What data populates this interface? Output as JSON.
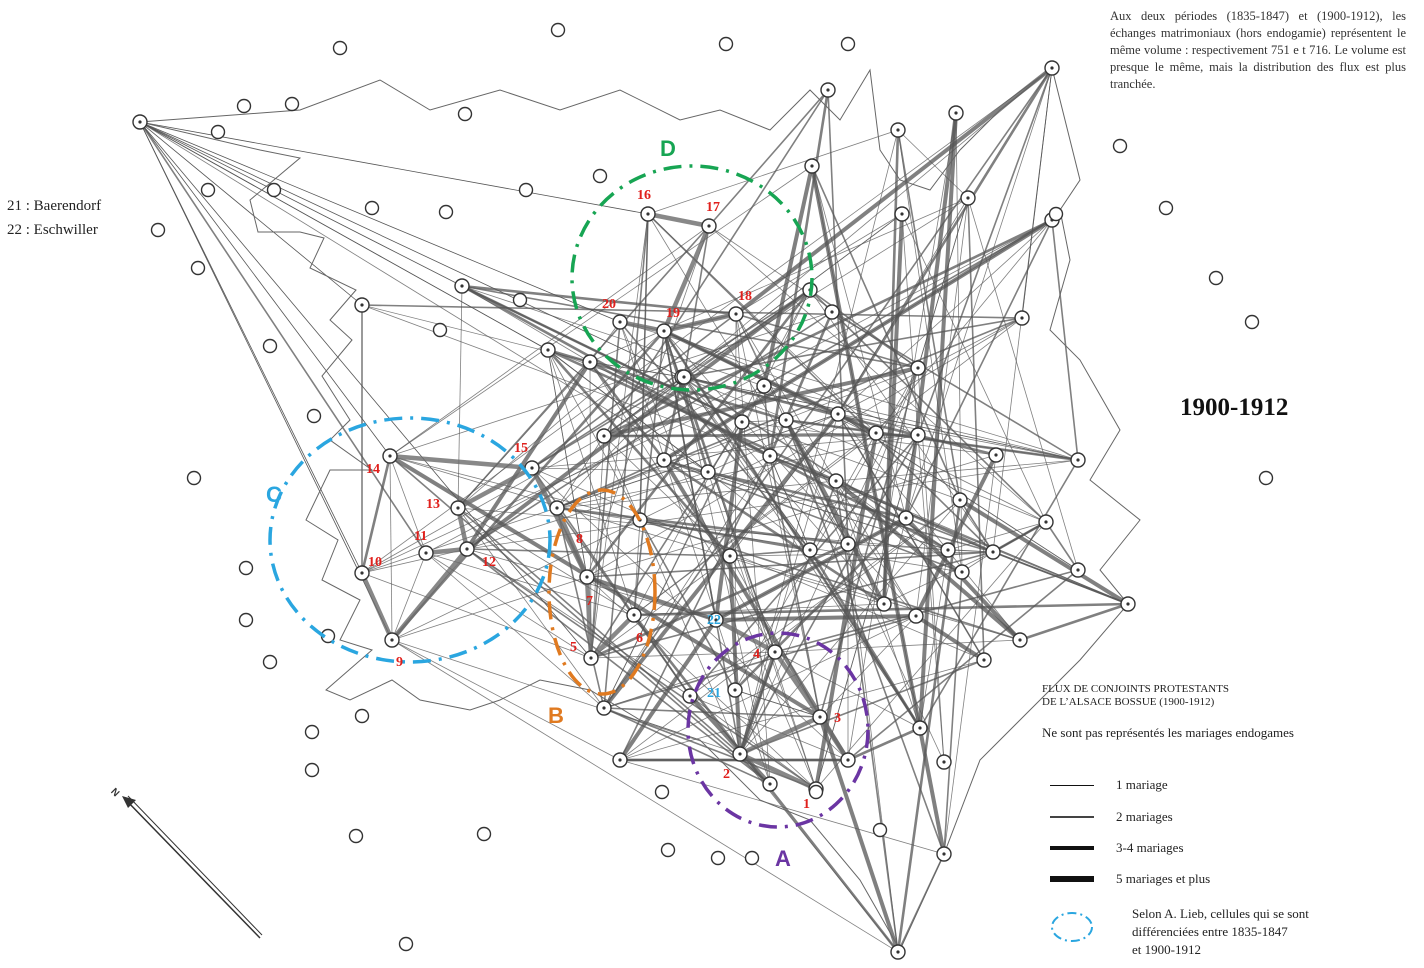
{
  "intro_text": "Aux deux périodes (1835-1847) et (1900-1912), les échanges matrimoniaux (hors endogamie) représentent le même volume : respectivement 751 e t 716. Le volume est presque le même, mais la distribution des flux est plus tranchée.",
  "village_names": [
    {
      "label": "21 : Baerendorf"
    },
    {
      "label": "22 : Eschwiller"
    }
  ],
  "period_label": "1900-1912",
  "legend": {
    "title_line1": "FLUX DE CONJOINTS PROTESTANTS",
    "title_line2": "DE L’ALSACE BOSSUE (1900-1912)",
    "note": "Ne sont pas représentés les mariages endogames",
    "items": [
      {
        "label": "1 mariage"
      },
      {
        "label": "2 mariages"
      },
      {
        "label": "3-4 mariages"
      },
      {
        "label": "5 mariages et plus"
      }
    ],
    "cell_text_line1": "Selon A. Lieb, cellules qui se sont",
    "cell_text_line2": "différenciées entre 1835-1847",
    "cell_text_line3": "et 1900-1912"
  },
  "north_label": "N",
  "cells": [
    {
      "letter": "D",
      "color": "#17a553"
    },
    {
      "letter": "C",
      "color": "#2aa6e0"
    },
    {
      "letter": "B",
      "color": "#e07a20"
    },
    {
      "letter": "A",
      "color": "#6b35a3"
    }
  ],
  "village_numbers": [
    "1",
    "2",
    "3",
    "4",
    "5",
    "6",
    "7",
    "8",
    "9",
    "10",
    "11",
    "12",
    "13",
    "14",
    "15",
    "16",
    "17",
    "18",
    "19",
    "20",
    "21",
    "22"
  ],
  "colors": {
    "network": "#555555",
    "number_red": "#e0201c",
    "number_blue": "#2aa6e0"
  }
}
